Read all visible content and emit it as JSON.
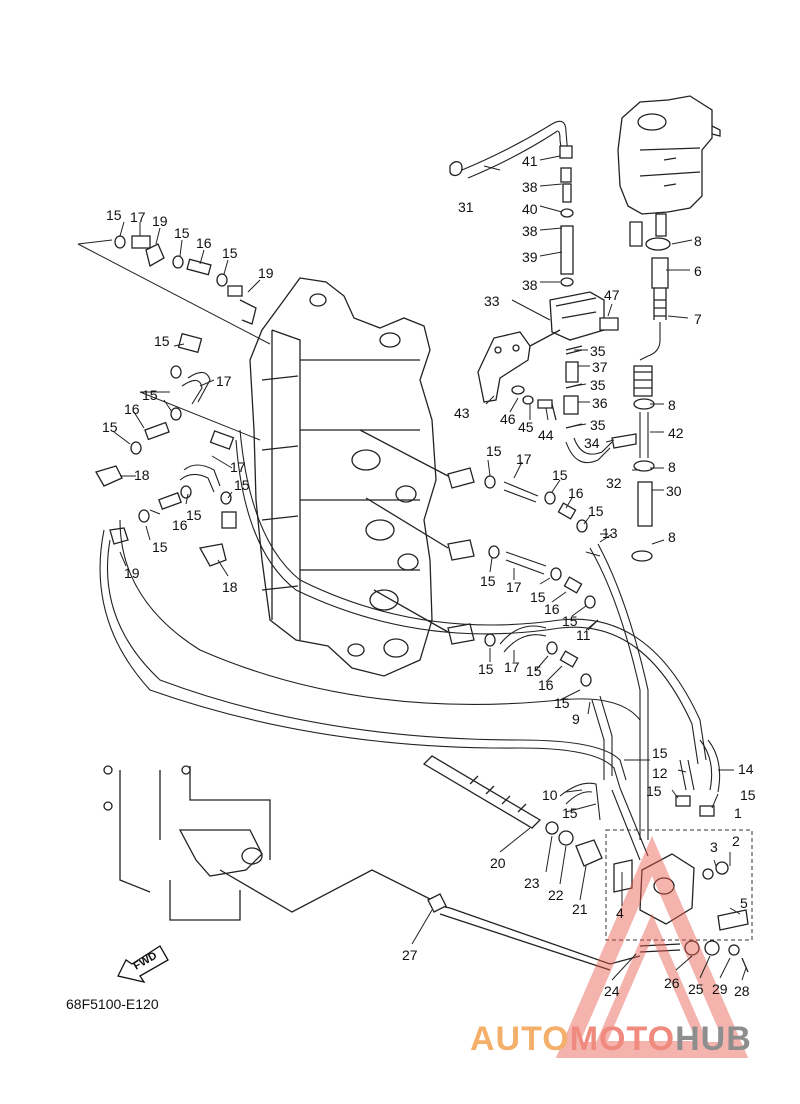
{
  "diagram_code": "68F5100-E120",
  "fwd_label": "FWD",
  "watermark": {
    "part1": "AUTO",
    "part2": "MOTO",
    "part3": "HUB"
  },
  "callouts": [
    {
      "id": "c15a",
      "text": "15"
    },
    {
      "id": "c17a",
      "text": "17"
    },
    {
      "id": "c19a",
      "text": "19"
    },
    {
      "id": "c15b",
      "text": "15"
    },
    {
      "id": "c16a",
      "text": "16"
    },
    {
      "id": "c15c",
      "text": "15"
    },
    {
      "id": "c19b",
      "text": "19"
    },
    {
      "id": "c15d",
      "text": "15"
    },
    {
      "id": "c17b",
      "text": "17"
    },
    {
      "id": "c15e",
      "text": "15"
    },
    {
      "id": "c16b",
      "text": "16"
    },
    {
      "id": "c15f",
      "text": "15"
    },
    {
      "id": "c18a",
      "text": "18"
    },
    {
      "id": "c17c",
      "text": "17"
    },
    {
      "id": "c15g",
      "text": "15"
    },
    {
      "id": "c15h",
      "text": "15"
    },
    {
      "id": "c16c",
      "text": "16"
    },
    {
      "id": "c15i",
      "text": "15"
    },
    {
      "id": "c19c",
      "text": "19"
    },
    {
      "id": "c18b",
      "text": "18"
    },
    {
      "id": "c31",
      "text": "31"
    },
    {
      "id": "c41",
      "text": "41"
    },
    {
      "id": "c38a",
      "text": "38"
    },
    {
      "id": "c40",
      "text": "40"
    },
    {
      "id": "c38b",
      "text": "38"
    },
    {
      "id": "c39",
      "text": "39"
    },
    {
      "id": "c38c",
      "text": "38"
    },
    {
      "id": "c33",
      "text": "33"
    },
    {
      "id": "c47",
      "text": "47"
    },
    {
      "id": "c8a",
      "text": "8"
    },
    {
      "id": "c6",
      "text": "6"
    },
    {
      "id": "c7",
      "text": "7"
    },
    {
      "id": "c35a",
      "text": "35"
    },
    {
      "id": "c37",
      "text": "37"
    },
    {
      "id": "c35b",
      "text": "35"
    },
    {
      "id": "c36",
      "text": "36"
    },
    {
      "id": "c35c",
      "text": "35"
    },
    {
      "id": "c43",
      "text": "43"
    },
    {
      "id": "c46",
      "text": "46"
    },
    {
      "id": "c45",
      "text": "45"
    },
    {
      "id": "c44",
      "text": "44"
    },
    {
      "id": "c34",
      "text": "34"
    },
    {
      "id": "c42",
      "text": "42"
    },
    {
      "id": "c8b",
      "text": "8"
    },
    {
      "id": "c8c",
      "text": "8"
    },
    {
      "id": "c32",
      "text": "32"
    },
    {
      "id": "c30",
      "text": "30"
    },
    {
      "id": "c8d",
      "text": "8"
    },
    {
      "id": "c15j",
      "text": "15"
    },
    {
      "id": "c17d",
      "text": "17"
    },
    {
      "id": "c15k",
      "text": "15"
    },
    {
      "id": "c16d",
      "text": "16"
    },
    {
      "id": "c15l",
      "text": "15"
    },
    {
      "id": "c13",
      "text": "13"
    },
    {
      "id": "c15m",
      "text": "15"
    },
    {
      "id": "c17e",
      "text": "17"
    },
    {
      "id": "c15n",
      "text": "15"
    },
    {
      "id": "c16e",
      "text": "16"
    },
    {
      "id": "c15o",
      "text": "15"
    },
    {
      "id": "c11",
      "text": "11"
    },
    {
      "id": "c15p",
      "text": "15"
    },
    {
      "id": "c17f",
      "text": "17"
    },
    {
      "id": "c15q",
      "text": "15"
    },
    {
      "id": "c16f",
      "text": "16"
    },
    {
      "id": "c15r",
      "text": "15"
    },
    {
      "id": "c9",
      "text": "9"
    },
    {
      "id": "c15s",
      "text": "15"
    },
    {
      "id": "c12",
      "text": "12"
    },
    {
      "id": "c14",
      "text": "14"
    },
    {
      "id": "c10",
      "text": "10"
    },
    {
      "id": "c15t",
      "text": "15"
    },
    {
      "id": "c15u",
      "text": "15"
    },
    {
      "id": "c15v",
      "text": "15"
    },
    {
      "id": "c1",
      "text": "1"
    },
    {
      "id": "c3",
      "text": "3"
    },
    {
      "id": "c2",
      "text": "2"
    },
    {
      "id": "c5",
      "text": "5"
    },
    {
      "id": "c4",
      "text": "4"
    },
    {
      "id": "c20",
      "text": "20"
    },
    {
      "id": "c23",
      "text": "23"
    },
    {
      "id": "c22",
      "text": "22"
    },
    {
      "id": "c21",
      "text": "21"
    },
    {
      "id": "c27",
      "text": "27"
    },
    {
      "id": "c24",
      "text": "24"
    },
    {
      "id": "c26",
      "text": "26"
    },
    {
      "id": "c25",
      "text": "25"
    },
    {
      "id": "c29",
      "text": "29"
    },
    {
      "id": "c28",
      "text": "28"
    }
  ]
}
